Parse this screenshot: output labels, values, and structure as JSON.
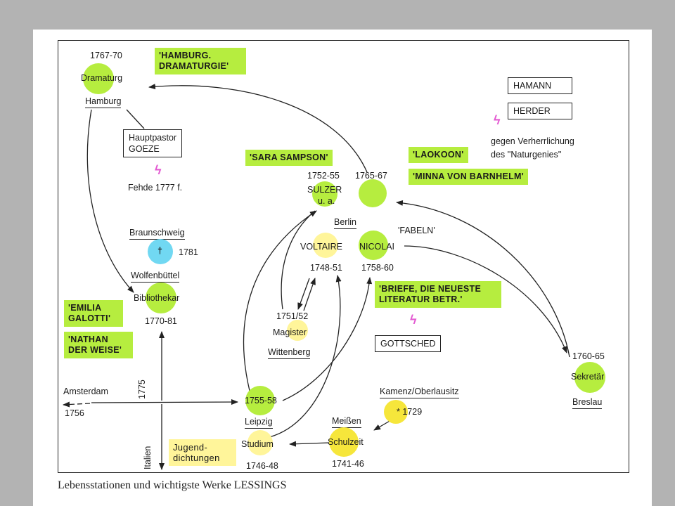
{
  "hamburg": {
    "years": "1767-70",
    "role": "Dramaturg",
    "city": "Hamburg",
    "work": "'HAMBURG. DRAMATURGIE'"
  },
  "goeze": {
    "line1": "Hauptpastor",
    "line2": "GOEZE",
    "feud": "Fehde 1777 f."
  },
  "hamann_label": "HAMANN",
  "herder_label": "HERDER",
  "naturgenie_line1": "gegen Verherrlichung",
  "naturgenie_line2": "des ''Naturgenies''",
  "laokoon": "'LAOKOON'",
  "minna": "'MINNA VON BARNHELM'",
  "sara": "'SARA SAMPSON'",
  "berlin": {
    "years1": "1752-55",
    "sulzer1": "SULZER",
    "sulzer2": "u. a.",
    "years2": "1765-67",
    "city": "Berlin",
    "fabeln": "'FABELN'",
    "voltaire": "VOLTAIRE",
    "nicolai": "NICOLAI",
    "years3": "1748-51",
    "years4": "1758-60"
  },
  "briefe": "'BRIEFE, DIE NEUESTE LITERATUR BETR.'",
  "gottsched": "GOTTSCHED",
  "braunschweig": {
    "city": "Braunschweig",
    "cross": "†",
    "year": "1781"
  },
  "wolfenbuettel": {
    "city": "Wolfenbüttel",
    "role": "Bibliothekar",
    "years": "1770-81"
  },
  "emilia": "'EMILIA GALOTTI'",
  "nathan": "'NATHAN DER WEISE'",
  "wittenberg": {
    "years": "1751/52",
    "role": "Magister",
    "city": "Wittenberg"
  },
  "breslau": {
    "years": "1760-65",
    "role": "Sekretär",
    "city": "Breslau"
  },
  "amsterdam": {
    "city": "Amsterdam",
    "year": "1756"
  },
  "year_1775": "1775",
  "leipzig": {
    "years1": "1755-58",
    "city": "Leipzig",
    "role": "Studium",
    "years2": "1746-48"
  },
  "kamenz": {
    "city": "Kamenz/Oberlausitz",
    "birth": "* 1729"
  },
  "meissen": {
    "city": "Meißen",
    "role": "Schulzeit",
    "years": "1741-46"
  },
  "italien": "Italien",
  "jugend": "Jugend-dichtungen",
  "caption": "Lebensstationen und wichtigste Werke LESSINGS",
  "colors": {
    "green": "#b6ed3f",
    "yellow": "#fff59a",
    "yellow_dark": "#f6e63b",
    "blue": "#71d8f2",
    "bolt": "#e35ad2"
  }
}
